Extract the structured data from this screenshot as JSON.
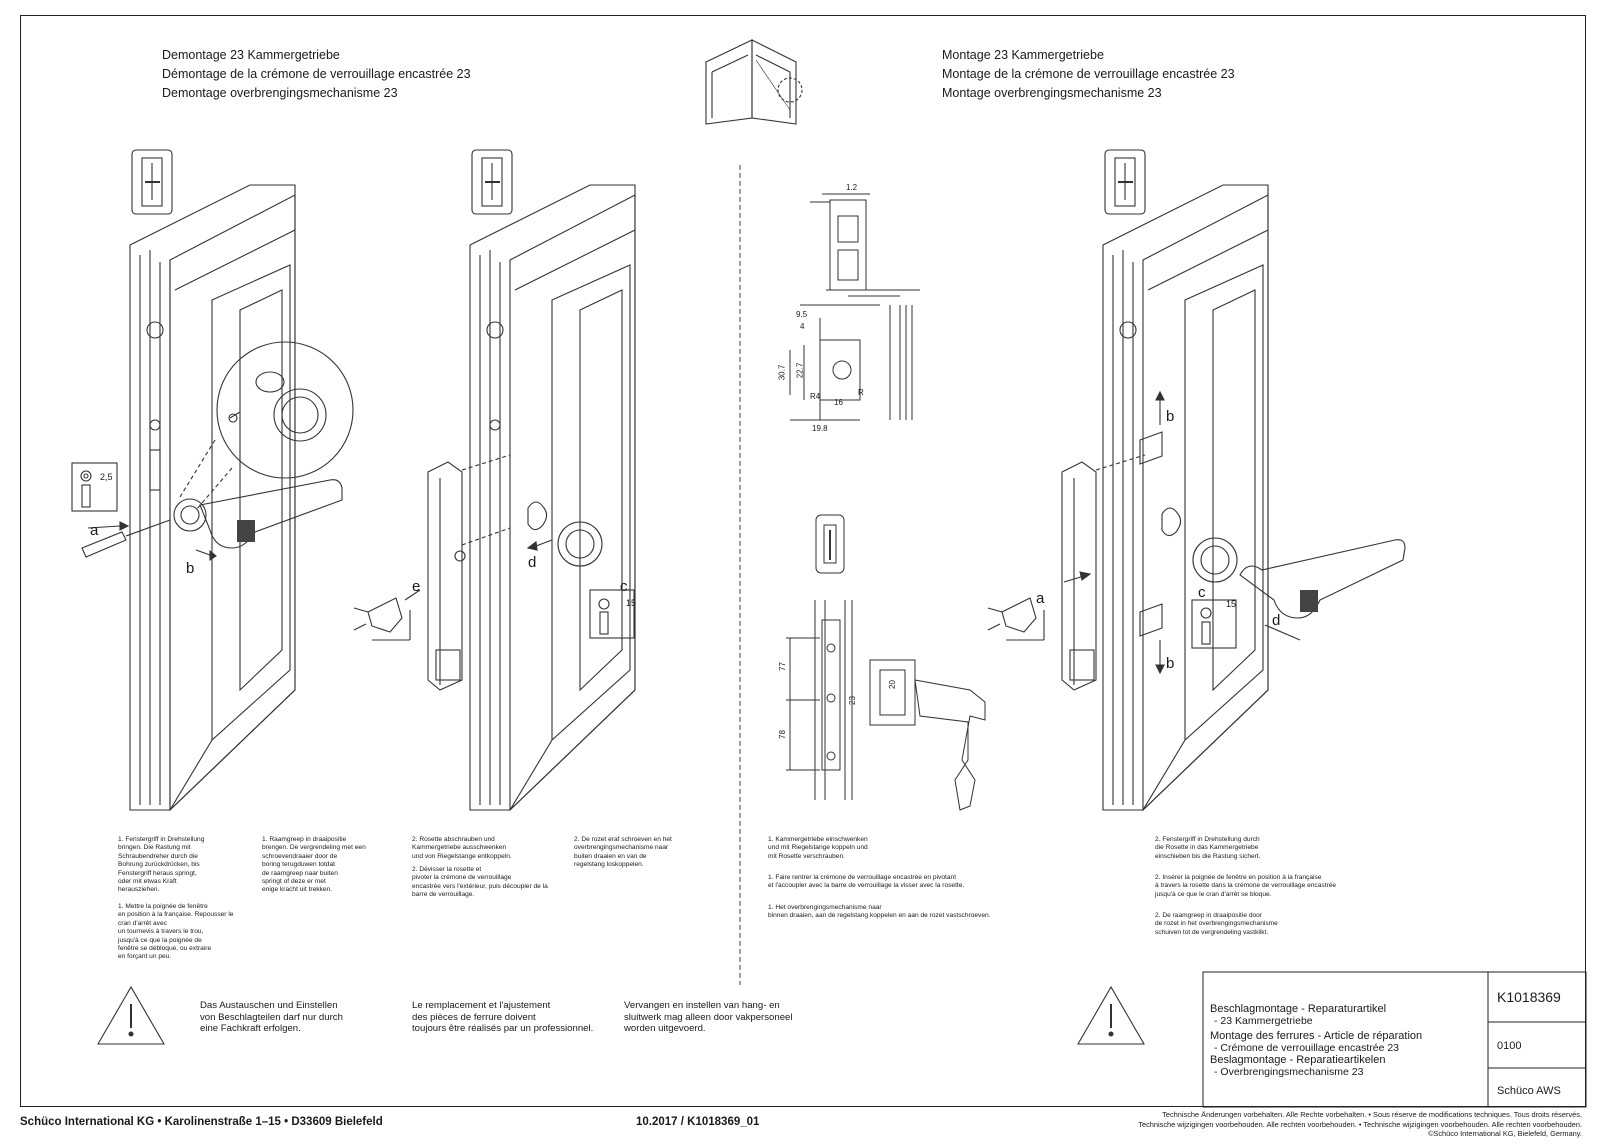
{
  "left_titles": [
    "Demontage 23 Kammergetriebe",
    "Démontage de la crémone de verrouillage encastrée 23",
    "Demontage overbrengingsmechanisme 23"
  ],
  "right_titles": [
    "Montage 23 Kammergetriebe",
    "Montage de la crémone de verrouillage encastrée 23",
    "Montage overbrengingsmechanisme 23"
  ],
  "labels": {
    "a1": "a",
    "b1": "b",
    "tool_size": "2,5",
    "e2": "e",
    "d2": "d",
    "c2": "c",
    "t2": "15",
    "b3a": "b",
    "b3b": "b",
    "a3": "a",
    "c3": "c",
    "d3": "d",
    "t3": "15"
  },
  "dims_top": {
    "d1": "1.2",
    "d2": "9.5",
    "d3": "4",
    "d4": "30.7",
    "d5": "22.7",
    "d6": "16",
    "d7": "R4",
    "d8": "R",
    "d9": "19.8"
  },
  "dims_mid": {
    "m1": "77",
    "m2": "78",
    "m3": "23",
    "m4": "20"
  },
  "steps": {
    "l1_de": "1. Fenstergriff in Drehstellung\nbringen. Die Rastung mit\nSchraubendreher durch die\nBohrung zurückdrücken, bis\nFenstergriff heraus springt,\noder mit etwas Kraft\nherausziehen.",
    "l1_fr": "1. Mettre la poignée de fenêtre\nen position à la française. Repousser le\ncran d'arrêt avec\nun tournevis à travers le trou,\njusqu'à ce que la poignée de\nfenêtre se débloque, ou extraire\nen forçant un peu.",
    "l1_nl": "1. Raamgreep in draaipositie\nbrengen. De vergrendeling met een\nschroevendraaier door de\nboring terugduwen totdat\nde raamgreep naar buiten\nspringt of deze er met\nenige kracht uit trekken.",
    "l2_de": "2. Rosette abschrauben und\nKammergetriebe ausschwenken\nund von Riegelstange entkoppeln.",
    "l2_fr": "2. Dévisser la rosette et\npivoter la crémone de verrouillage\nencastrée vers l'extérieur, puis découpler de la\nbarre de verrouillage.",
    "l2_nl": "2. De rozet eraf schroeven en het\noverbrengingsmechanisme naar\nbuiten draaien en van de\nregelstang loskoppelen.",
    "r1_de": "1. Kammergetriebe einschwenken\nund mit Riegelstange koppeln und\nmit Rosette verschrauben.",
    "r1_fr": "1. Faire rentrer la crémone de verrouillage encastrée en pivotant\net l'accoupler avec la barre de verrouillage la visser avec la rosette.",
    "r1_nl": "1. Het overbrengingsmechanisme naar\nbinnen draaien, aan de regelstang koppelen en aan de rozet vastschroeven.",
    "r2_de": "2. Fenstergriff in Drehstellung durch\ndie Rosette in das Kammergetriebe\neinschieben bis die Rastung sichert.",
    "r2_fr": "2. Insérer la poignée de fenêtre en position à la française\nà travers la rosette dans la crémone de verrouillage encastrée\njusqu'à ce que le cran d'arrêt se bloque.",
    "r2_nl": "2. De raamgreep in draaipositie door\nde rozet in het overbrengingsmechanisme\nschuiven tot de vergrendeling vastklikt."
  },
  "warnings": {
    "de": "Das Austauschen und Einstellen\nvon Beschlagteilen darf nur durch\neine Fachkraft erfolgen.",
    "fr": "Le remplacement et l'ajustement\ndes pièces de ferrure doivent\ntoujours être réalisés par un professionnel.",
    "nl": "Vervangen en instellen van hang- en\nsluitwerk mag alleen door vakpersoneel\nworden uitgevoerd."
  },
  "title_block": {
    "de": "Beschlagmontage - Reparaturartikel",
    "de_sub": "- 23 Kammergetriebe",
    "fr": "Montage des ferrures - Article de réparation",
    "fr_sub": "- Crémone de verrouillage encastrée 23",
    "nl": "Beslagmontage - Reparatieartikelen",
    "nl_sub": "- Overbrengingsmechanisme 23",
    "doc_no": "K1018369",
    "rev": "0100",
    "brand": "Schüco AWS"
  },
  "footer": {
    "company": "Schüco International KG • Karolinenstraße 1–15 • D33609 Bielefeld",
    "date": "10.2017 / K1018369_01",
    "legal": "Technische Änderungen vorbehalten. Alle Rechte vorbehalten. • Sous réserve de modifications techniques. Tous droits réservés.\nTechnische wijzigingen voorbehouden. Alle rechten voorbehouden. • Technische wijzigingen voorbehouden. Alle rechten voorbehouden.\n©Schüco International KG, Bielefeld, Germany."
  }
}
